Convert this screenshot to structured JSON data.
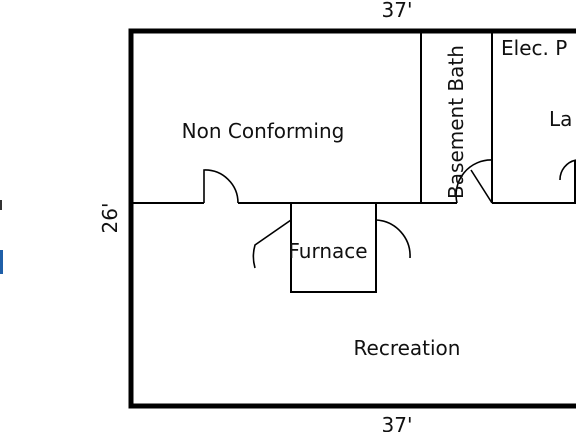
{
  "floorplan": {
    "dimensions": {
      "top_width": "37'",
      "bottom_width": "37'",
      "left_depth": "26'"
    },
    "rooms": {
      "non_conforming": "Non Conforming",
      "basement_bath": "Basement Bath",
      "elec_panel": "Elec. P",
      "laundry": "La",
      "furnace": "Furnace",
      "recreation": "Recreation"
    }
  },
  "colors": {
    "walls": "#000000",
    "labels": "#111111",
    "edge_marks": "#1f5fa8"
  }
}
